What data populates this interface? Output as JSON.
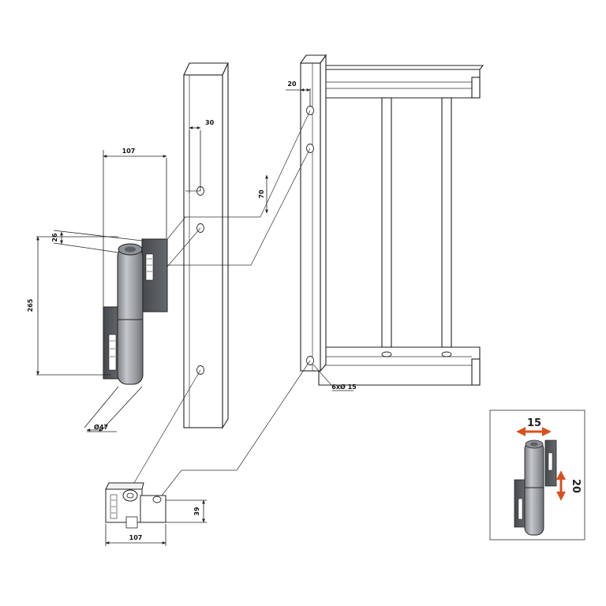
{
  "dimensions": {
    "hinge_width_107": "107",
    "offset_30": "30",
    "spacing_70": "70",
    "edge_20": "20",
    "height_265": "265",
    "depth_26": "26",
    "diameter_47": "Ø47",
    "holes": "6xØ 15",
    "bottom_width_107": "107",
    "bottom_height_39": "39"
  },
  "inset": {
    "horizontal_adjust": "15",
    "vertical_adjust": "20"
  },
  "colors": {
    "adjust_arrow": "#d9501e",
    "barrel": "#9a9ea3",
    "leaf": "#55585c"
  }
}
